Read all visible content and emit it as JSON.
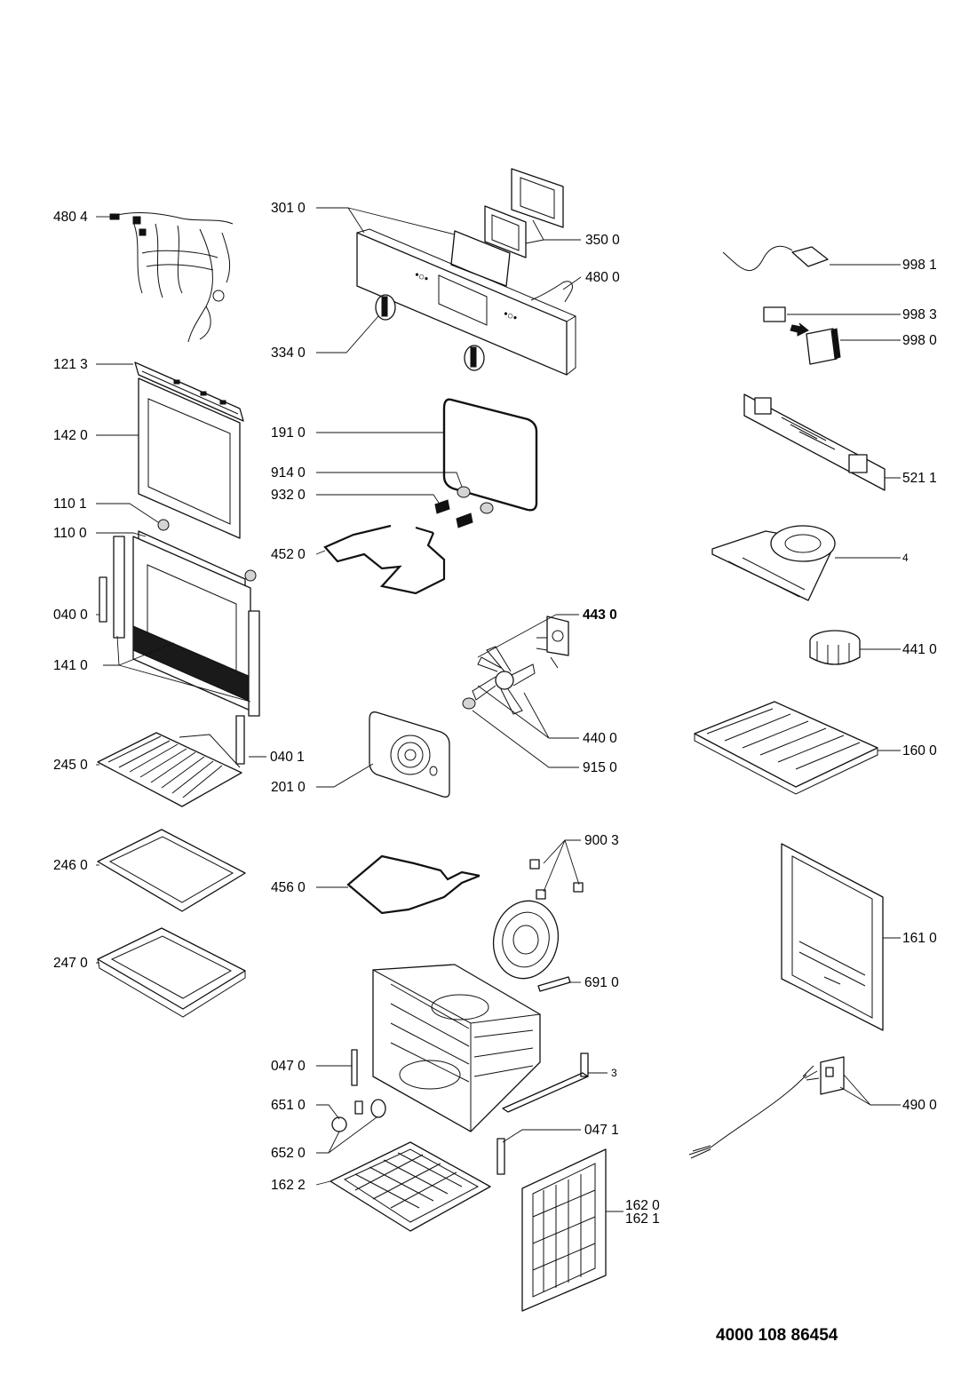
{
  "labels": {
    "l4804": "480 4",
    "l3010": "301 0",
    "l3500": "350 0",
    "l4800": "480 0",
    "l9981": "998 1",
    "l9983": "998 3",
    "l9980": "998 0",
    "l3340": "334 0",
    "l1213": "121 3",
    "l1420": "142 0",
    "l1910": "191 0",
    "l9140": "914 0",
    "l9320": "932 0",
    "l5211": "521 1",
    "l1101": "110 1",
    "l1100": "110 0",
    "l4520": "452 0",
    "l4": "4",
    "l0400": "040 0",
    "l4430": "443 0",
    "l4410": "441 0",
    "l1410": "141 0",
    "l4400": "440 0",
    "l2450": "245 0",
    "l0401": "040 1",
    "l1600": "160 0",
    "l2010": "201 0",
    "l9150": "915 0",
    "l9003": "900 3",
    "l2460": "246 0",
    "l4560": "456 0",
    "l1610": "161 0",
    "l2470": "247 0",
    "l6910": "691 0",
    "l0470": "047 0",
    "l3": "3",
    "l6510": "651 0",
    "l4900": "490 0",
    "l0471": "047 1",
    "l6520": "652 0",
    "l1622": "162 2",
    "l1620": "162 0",
    "l1621": "162 1"
  },
  "document_number": "4000 108 86454"
}
